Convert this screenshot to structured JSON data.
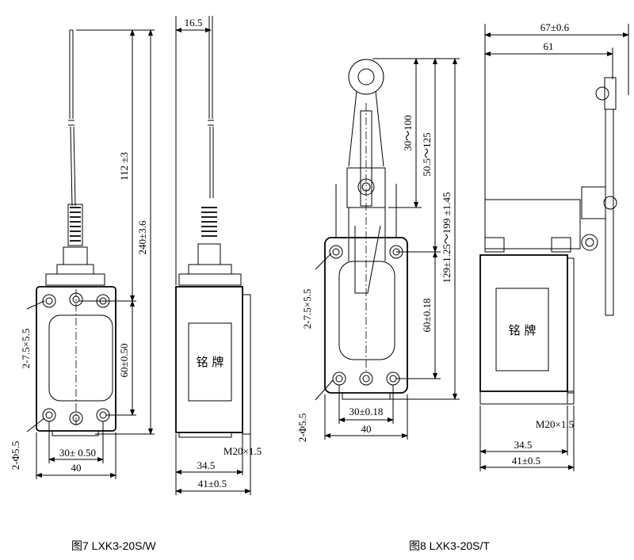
{
  "figure7": {
    "caption": "图7  LXK3-20S/W",
    "front": {
      "dims": {
        "total_height": "240±3.6",
        "rod_height": "112 ±3",
        "hole_spacing_v": "60±0.50",
        "hole_spacing_h": "30± 0.50",
        "width": "40",
        "slot": "2-7.5×5.5",
        "hole": "2-Φ5.5"
      }
    },
    "side": {
      "nameplate": "铭 牌",
      "dims": {
        "rod_offset": "16.5",
        "thread": "M20×1.5",
        "depth_inner": "34.5",
        "depth_outer": "41±0.5"
      }
    }
  },
  "figure8": {
    "caption": "图8  LXK3-20S/T",
    "front": {
      "dims": {
        "arm_range": "30～100",
        "arm_range_2": "50.5～125",
        "total_range": "129±1.25～199 ±1.45",
        "hole_spacing_v": "60±0.18",
        "hole_spacing_h": "30±0.18",
        "width": "40",
        "slot": "2-7.5×5.5",
        "hole": "2-Φ5.5"
      }
    },
    "side": {
      "nameplate": "铭 牌",
      "dims": {
        "overall": "67±0.6",
        "arm_reach": "61",
        "thread": "M20×1.5",
        "depth_inner": "34.5",
        "depth_outer": "41±0.5"
      }
    }
  }
}
